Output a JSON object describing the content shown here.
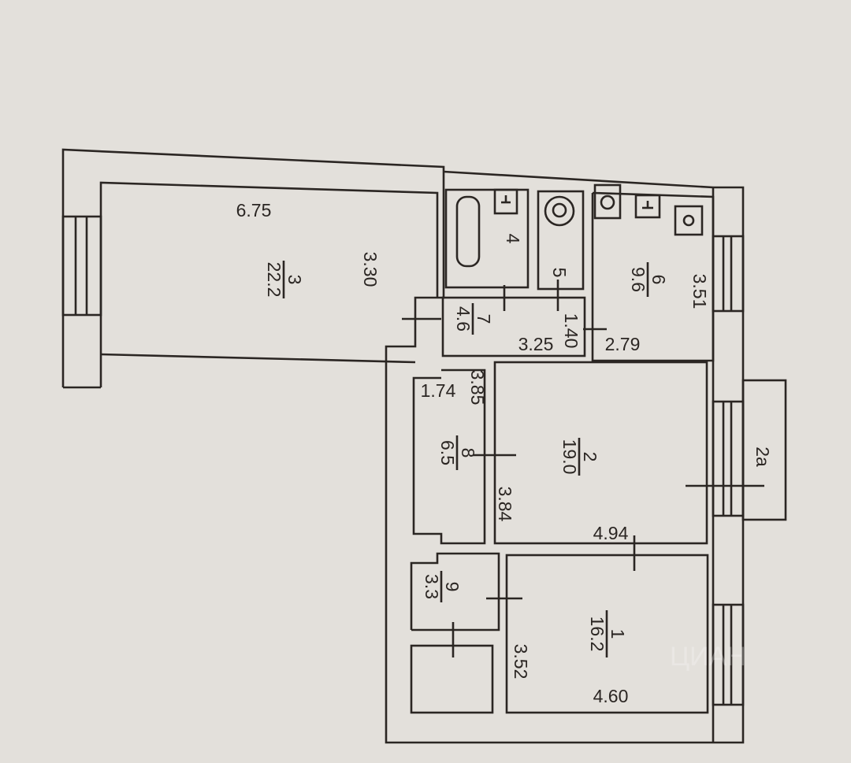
{
  "plan": {
    "rooms": {
      "r1": {
        "num": "1",
        "area": "16.2"
      },
      "r2": {
        "num": "2",
        "area": "19.0"
      },
      "r2a": {
        "num": "2a"
      },
      "r3": {
        "num": "3",
        "area": "22.2"
      },
      "r4": {
        "num": "4"
      },
      "r5": {
        "num": "5"
      },
      "r6": {
        "num": "6",
        "area": "9.6"
      },
      "r7": {
        "num": "7",
        "area": "4.6"
      },
      "r8": {
        "num": "8",
        "area": "6.5"
      },
      "r9": {
        "num": "9",
        "area": "3.3"
      }
    },
    "dims": {
      "d675": "6.75",
      "d330": "3.30",
      "d351": "3.51",
      "d325": "3.25",
      "d140": "1.40",
      "d279": "2.79",
      "d174": "1.74",
      "d385": "3.85",
      "d384": "3.84",
      "d494": "4.94",
      "d352": "3.52",
      "d460": "4.60"
    },
    "watermark": "ЦИАН"
  }
}
